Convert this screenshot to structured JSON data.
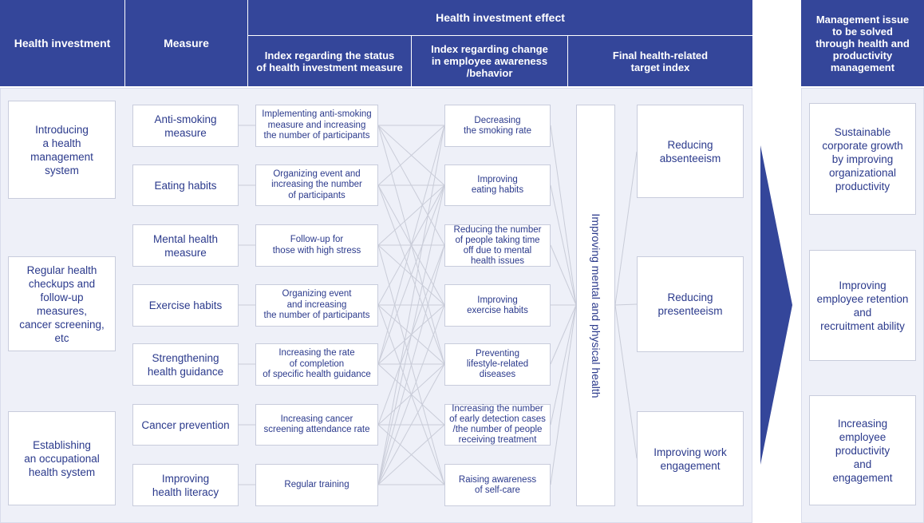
{
  "header": {
    "health_investment": "Health investment",
    "measure": "Measure",
    "effect": "Health investment effect",
    "status_index": "Index regarding the status\nof health investment measure",
    "change_index": "Index regarding change\nin employee awareness\n/behavior",
    "final_index": "Final health-related\ntarget index",
    "management_issue": "Management issue\nto be solved\nthrough health and\nproductivity\nmanagement"
  },
  "investments": [
    "Introducing\na health\nmanagement\nsystem",
    "Regular health\ncheckups and\nfollow-up\nmeasures,\ncancer screening,\netc",
    "Establishing\nan occupational\nhealth system"
  ],
  "measures": [
    "Anti-smoking\nmeasure",
    "Eating habits",
    "Mental health\nmeasure",
    "Exercise habits",
    "Strengthening\nhealth guidance",
    "Cancer prevention",
    "Improving\nhealth literacy"
  ],
  "status_indexes": [
    "Implementing anti-smoking\nmeasure and increasing\nthe number of participants",
    "Organizing event and\nincreasing the number\nof participants",
    "Follow-up for\nthose with high stress",
    "Organizing event\nand increasing\nthe number of participants",
    "Increasing the rate\nof completion\nof specific health guidance",
    "Increasing cancer\nscreening attendance rate",
    "Regular training"
  ],
  "change_indexes": [
    "Decreasing\nthe smoking rate",
    "Improving\neating habits",
    "Reducing the number\nof people taking time\noff due to mental\nhealth issues",
    "Improving\nexercise habits",
    "Preventing\nlifestyle-related\ndiseases",
    "Increasing the number\nof early detection cases\n/the number of people\nreceiving treatment",
    "Raising awareness\nof self-care"
  ],
  "central_label": "Improving mental and physical health",
  "targets": [
    "Reducing\nabsenteeism",
    "Reducing\npresenteeism",
    "Improving work\nengagement"
  ],
  "issues": [
    "Sustainable\ncorporate growth\nby improving\norganizational\nproductivity",
    "Improving\nemployee retention\nand\nrecruitment ability",
    "Increasing\nemployee\nproductivity\nand\nengagement"
  ],
  "colors": {
    "header_bg": "#34469a",
    "panel_bg": "#eef0f8",
    "text": "#2b3a8c",
    "connector": "#c9ccd8",
    "arrow": "#34469a"
  }
}
